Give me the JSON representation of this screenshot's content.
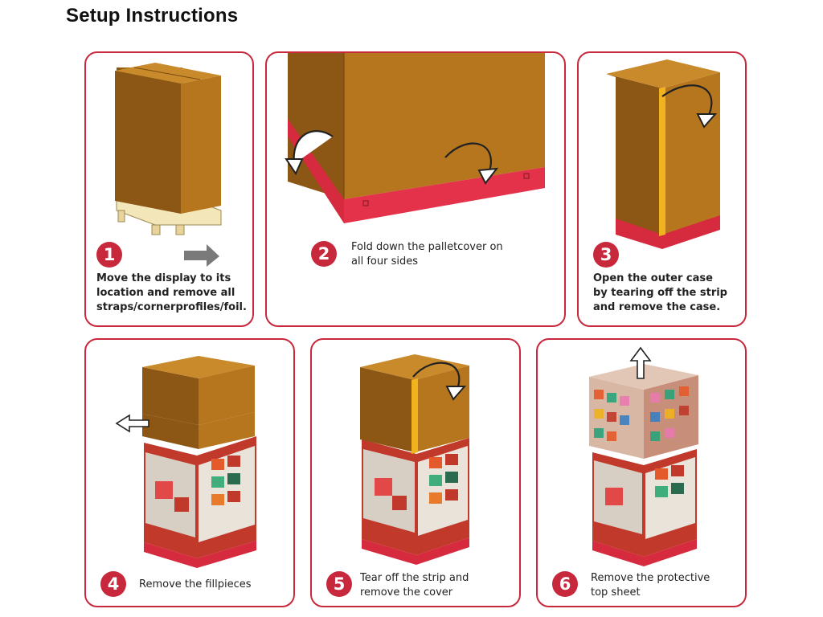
{
  "title": "Setup Instructions",
  "colors": {
    "accent": "#c8283c",
    "cardboard": "#b5761d",
    "cardboard_dark": "#8a5412",
    "tear_strip": "#f0b21e",
    "pallet": "#f3e6b8"
  },
  "steps": [
    {
      "number": "1",
      "text": "Move the display to its\nlocation and remove all\nstraps/cornerprofiles/foil."
    },
    {
      "number": "2",
      "text": "Fold down the palletcover on\nall four sides"
    },
    {
      "number": "3",
      "text": "Open the outer case\nby tearing off the strip\nand remove the case."
    },
    {
      "number": "4",
      "text": "Remove the fillpieces"
    },
    {
      "number": "5",
      "text": "Tear off the strip and\nremove the cover"
    },
    {
      "number": "6",
      "text": "Remove the protective\ntop sheet"
    }
  ]
}
